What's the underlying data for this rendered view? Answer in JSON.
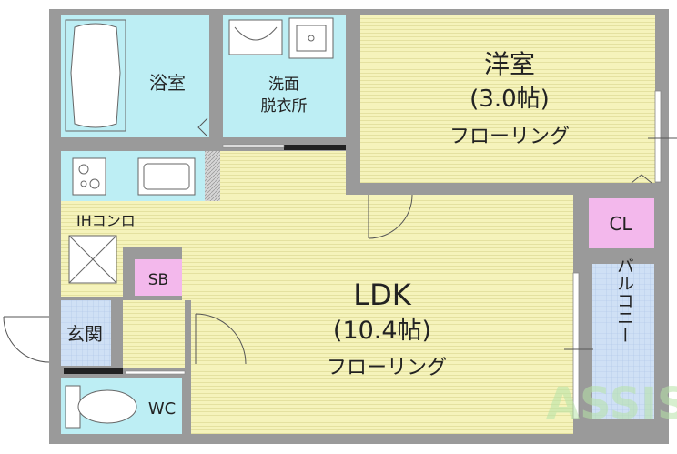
{
  "rooms": {
    "bath": {
      "label": "浴室"
    },
    "washroom": {
      "line1": "洗面",
      "line2": "脱衣所"
    },
    "western": {
      "name": "洋室",
      "size": "(3.0帖)",
      "floor": "フローリング"
    },
    "ldk": {
      "name": "LDK",
      "size": "(10.4帖)",
      "floor": "フローリング"
    },
    "closet": {
      "label": "CL"
    },
    "storage": {
      "label": "SB"
    },
    "entrance": {
      "label": "玄関"
    },
    "toilet": {
      "label": "WC"
    },
    "balcony": {
      "label": "バルコニー"
    },
    "kitchen": {
      "label": "IHコンロ"
    }
  },
  "watermark": {
    "text": "ASSIST"
  },
  "colors": {
    "floor": "#f3f1b6",
    "water_area": "#bdeef4",
    "closet": "#f3b8ec",
    "tile": "#cfe0f5",
    "wall": "#9a9a9a"
  }
}
